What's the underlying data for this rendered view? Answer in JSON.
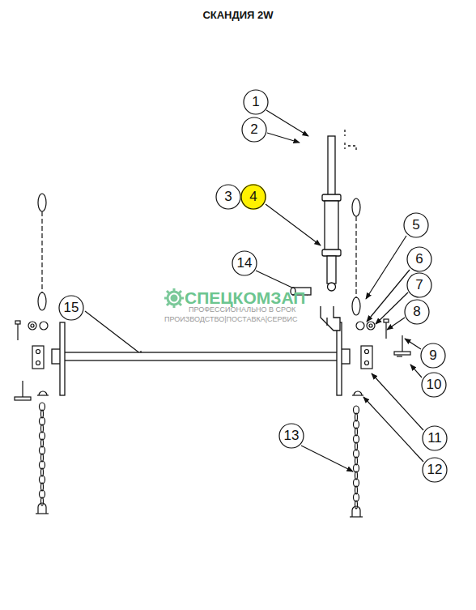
{
  "diagram": {
    "title": "СКАНДИЯ 2W",
    "nodes": [
      {
        "text": [
          "1"
        ]
      },
      {
        "text": [
          "2"
        ]
      },
      {
        "text": [
          "3"
        ]
      },
      {
        "text": [
          "4"
        ]
      },
      {
        "text": [
          "5"
        ]
      },
      {
        "text": [
          "6"
        ]
      },
      {
        "text": [
          "7"
        ]
      },
      {
        "text": [
          "8"
        ]
      },
      {
        "text": [
          "9"
        ]
      },
      {
        "text": [
          "10"
        ]
      },
      {
        "text": [
          "11"
        ]
      },
      {
        "text": [
          "12"
        ]
      },
      {
        "text": [
          "13"
        ]
      },
      {
        "text": [
          "14"
        ]
      },
      {
        "text": [
          "15"
        ]
      }
    ],
    "labels": [
      "СПЕЦКОМЗАП",
      "ПРОФЕССИОНАЛЬНО В СРОК",
      "ПРОИЗВОДСТВО|ПОСТАВКА|СЕРВИС"
    ]
  }
}
